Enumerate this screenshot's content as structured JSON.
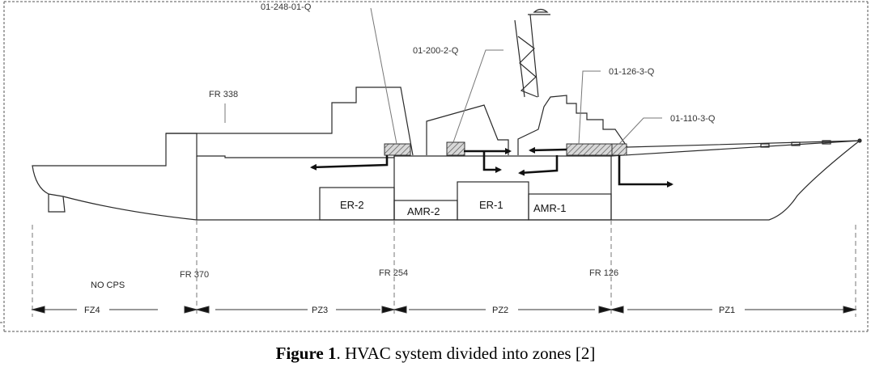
{
  "figure": {
    "caption_label": "Figure 1",
    "caption_text": ". HVAC system divided into zones [2]"
  },
  "compartments": {
    "top_cut": "01-248-01-Q",
    "c1": "01-200-2-Q",
    "c2": "01-126-3-Q",
    "c3": "01-110-3-Q"
  },
  "frames": {
    "fr338": "FR 338",
    "fr370": "FR 370",
    "fr254": "FR 254",
    "fr126": "FR 126"
  },
  "rooms": {
    "er2": "ER-2",
    "amr2": "AMR-2",
    "er1": "ER-1",
    "amr1": "AMR-1"
  },
  "zones": {
    "no_cps": "NO CPS",
    "fz4": "FZ4",
    "pz3": "PZ3",
    "pz2": "PZ2",
    "pz1": "PZ1"
  },
  "colors": {
    "hatch_fill": "#c8c8c8",
    "line": "#2a2a2a",
    "arrow": "#111111"
  }
}
